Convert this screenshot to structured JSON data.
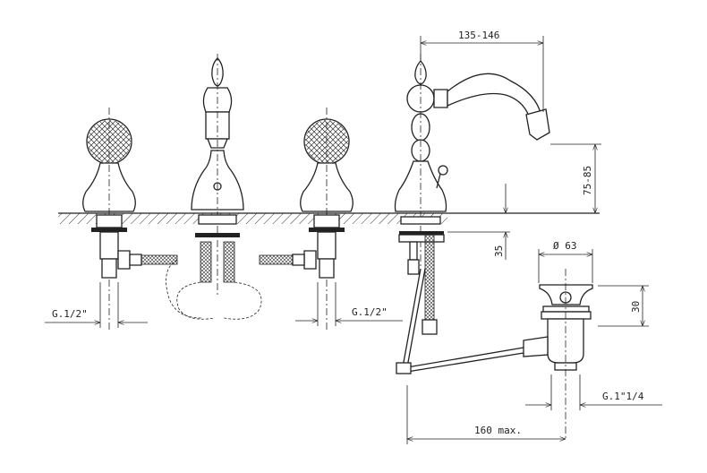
{
  "title": "Bidet mixer 4-hole installation drawing",
  "dimensions": {
    "spout_reach": "135-146",
    "spout_height": "75-85",
    "deck_thickness": "35",
    "waste_diameter": "Ø 63",
    "waste_height": "30",
    "inlet_left": "G.1/2\"",
    "inlet_right": "G.1/2\"",
    "waste_thread": "G.1\"1/4",
    "rod_length": "160 max."
  }
}
